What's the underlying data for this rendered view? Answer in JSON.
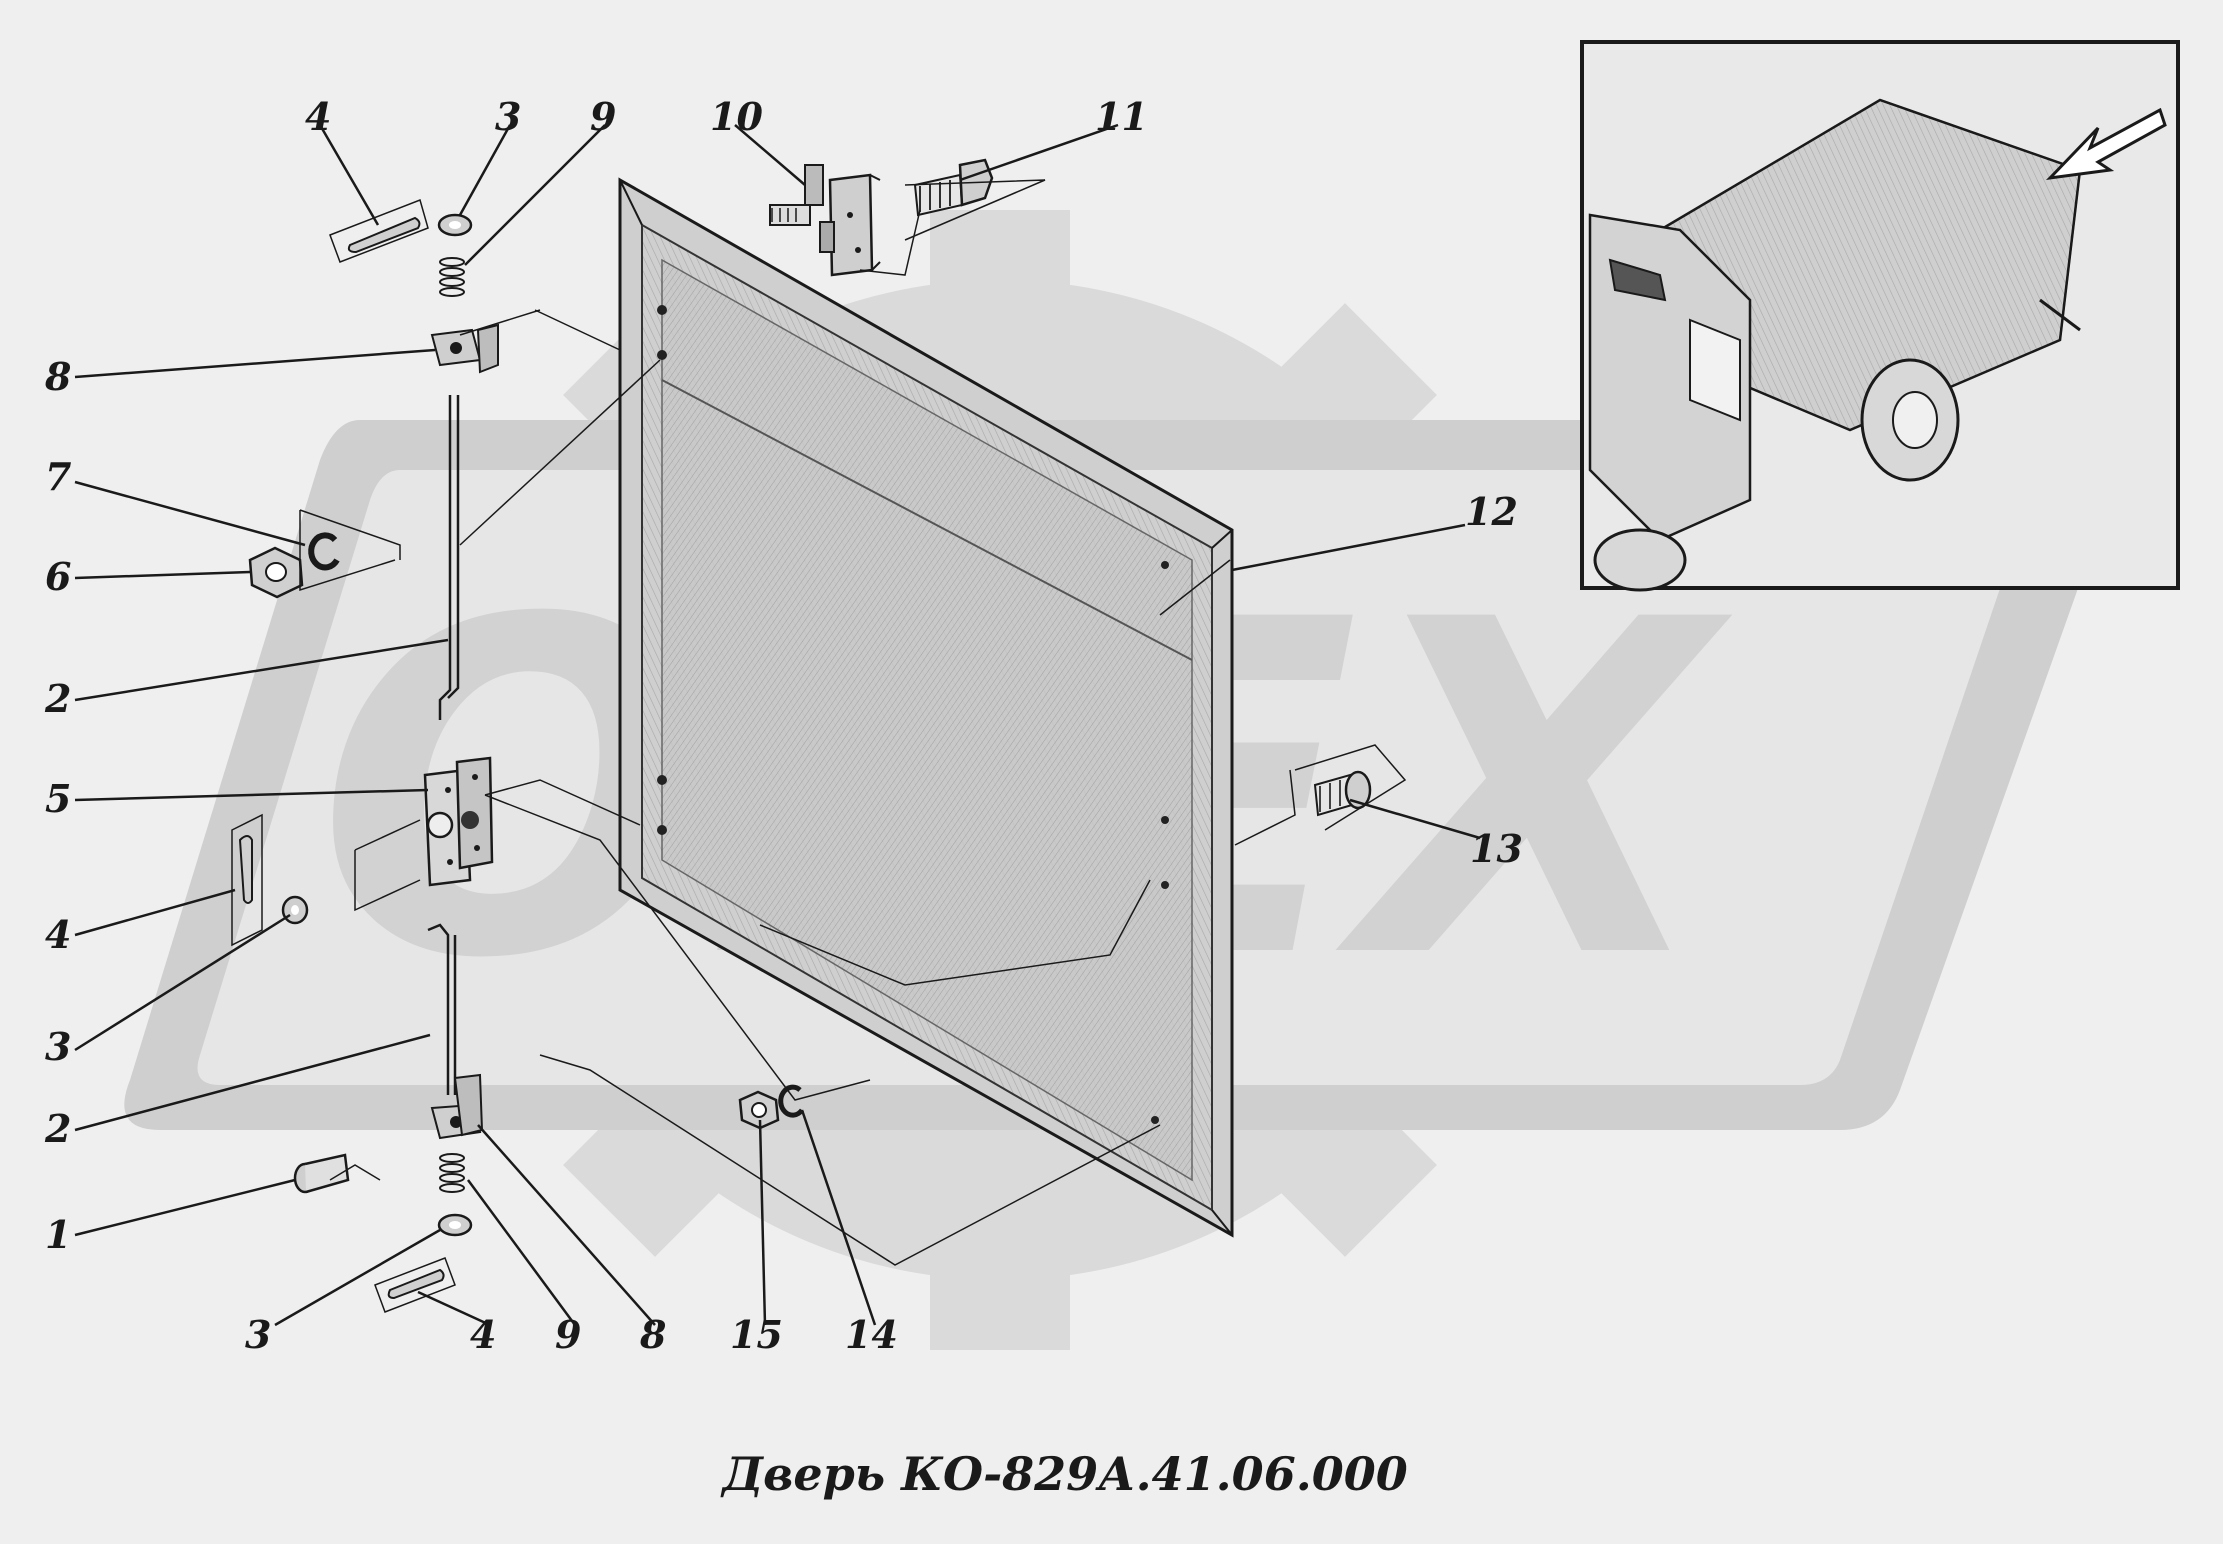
{
  "caption": "Дверь КО-829А.41.06.000",
  "watermark": "OPEX",
  "colors": {
    "background": "#efefef",
    "ink": "#1a1a1a",
    "watermark": "#d2d2d2",
    "panel": "#d4d4d4"
  },
  "callouts": [
    {
      "id": "c4a",
      "text": "4"
    },
    {
      "id": "c3a",
      "text": "3"
    },
    {
      "id": "c9a",
      "text": "9"
    },
    {
      "id": "c10",
      "text": "10"
    },
    {
      "id": "c11",
      "text": "11"
    },
    {
      "id": "c8a",
      "text": "8"
    },
    {
      "id": "c7",
      "text": "7"
    },
    {
      "id": "c6",
      "text": "6"
    },
    {
      "id": "c2a",
      "text": "2"
    },
    {
      "id": "c5",
      "text": "5"
    },
    {
      "id": "c4b",
      "text": "4"
    },
    {
      "id": "c3b",
      "text": "3"
    },
    {
      "id": "c2b",
      "text": "2"
    },
    {
      "id": "c1",
      "text": "1"
    },
    {
      "id": "c3c",
      "text": "3"
    },
    {
      "id": "c4c",
      "text": "4"
    },
    {
      "id": "c9b",
      "text": "9"
    },
    {
      "id": "c8b",
      "text": "8"
    },
    {
      "id": "c15",
      "text": "15"
    },
    {
      "id": "c14",
      "text": "14"
    },
    {
      "id": "c12",
      "text": "12"
    },
    {
      "id": "c13",
      "text": "13"
    }
  ]
}
